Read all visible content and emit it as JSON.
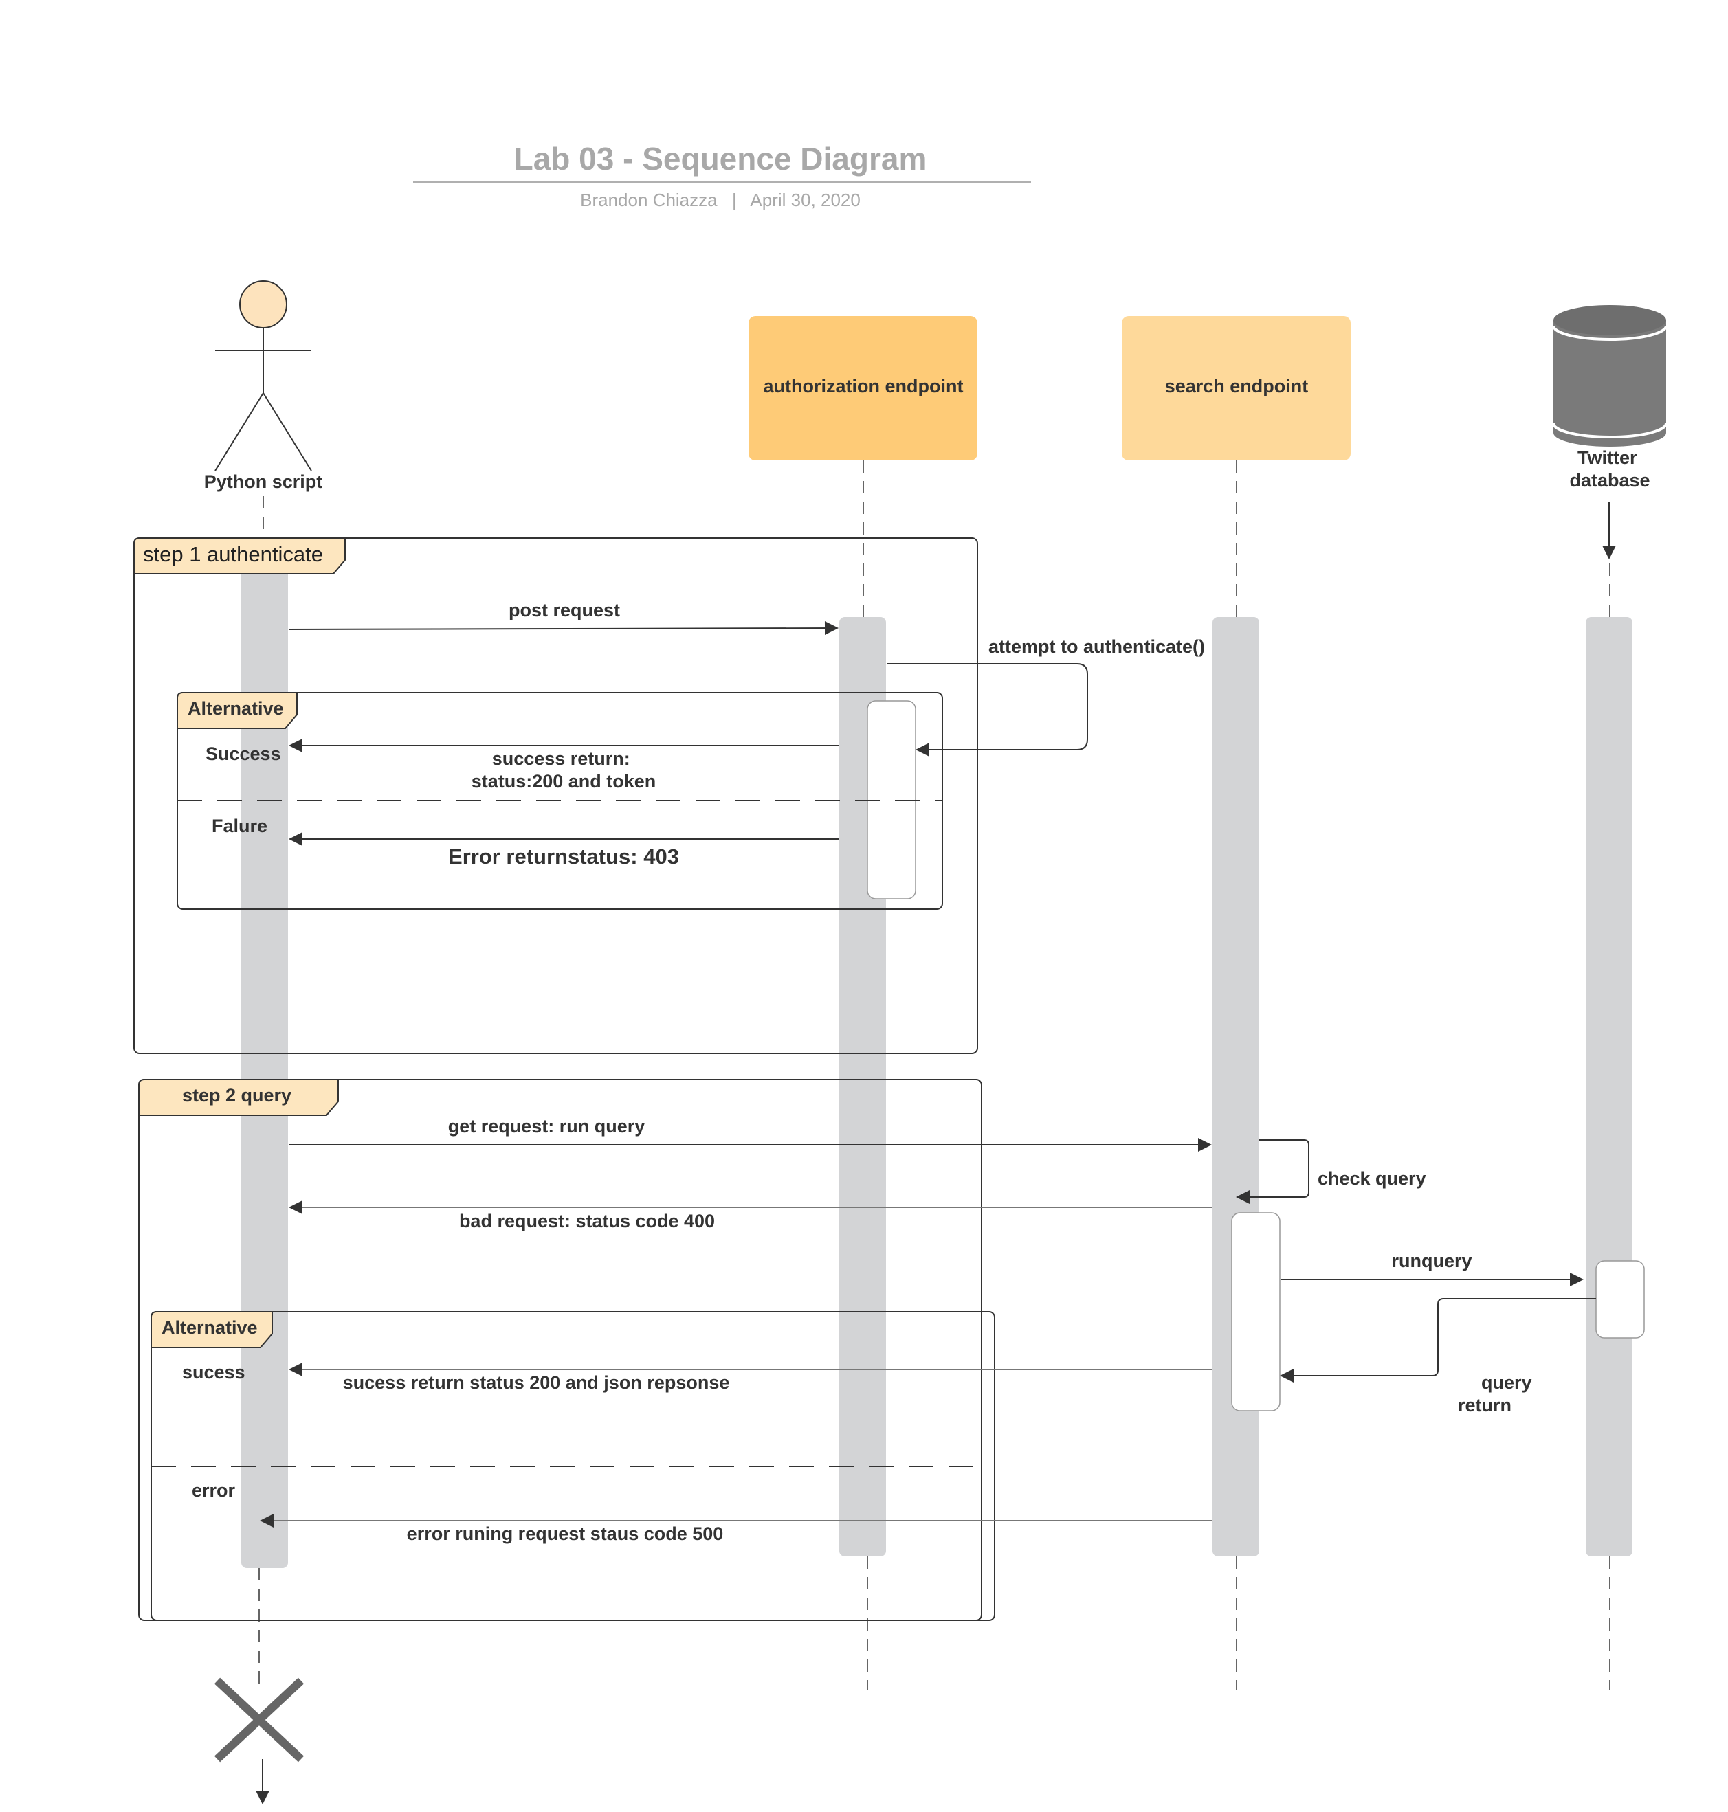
{
  "header": {
    "title": "Lab 03 - Sequence Diagram",
    "author": "Brandon Chiazza",
    "separator": "|",
    "date": "April 30, 2020"
  },
  "participants": {
    "python": "Python script",
    "auth": "authorization endpoint",
    "search": "search endpoint",
    "db_line1": "Twitter",
    "db_line2": "database"
  },
  "frames": {
    "step1": "step 1 authenticate",
    "step2": "step 2 query",
    "alt1": "Alternative",
    "alt2": "Alternative"
  },
  "guards": {
    "success1": "Success",
    "failure1": "Falure",
    "success2": "sucess",
    "error2": "error"
  },
  "messages": {
    "post_request": "post request",
    "attempt_auth": "attempt to authenticate()",
    "success_return_1": "success return:",
    "success_return_2": "status:200 and token",
    "error_return": "Error returnstatus: 403",
    "get_request": "get request: run query",
    "check_query": "check query",
    "bad_request": "bad request: status code 400",
    "runquery": "runquery",
    "query_return_1": "query",
    "query_return_2": "return",
    "success_json": "sucess return status 200 and json repsonse",
    "error_500": "error runing request staus code 500"
  },
  "colors": {
    "auth_box": "#fecb77",
    "search_box": "#fed99a",
    "frame_tab": "#fde6bf",
    "actor_head": "#fde3bd",
    "activation": "#d3d4d6",
    "database": "#7a7a7a",
    "terminator": "#666666"
  }
}
